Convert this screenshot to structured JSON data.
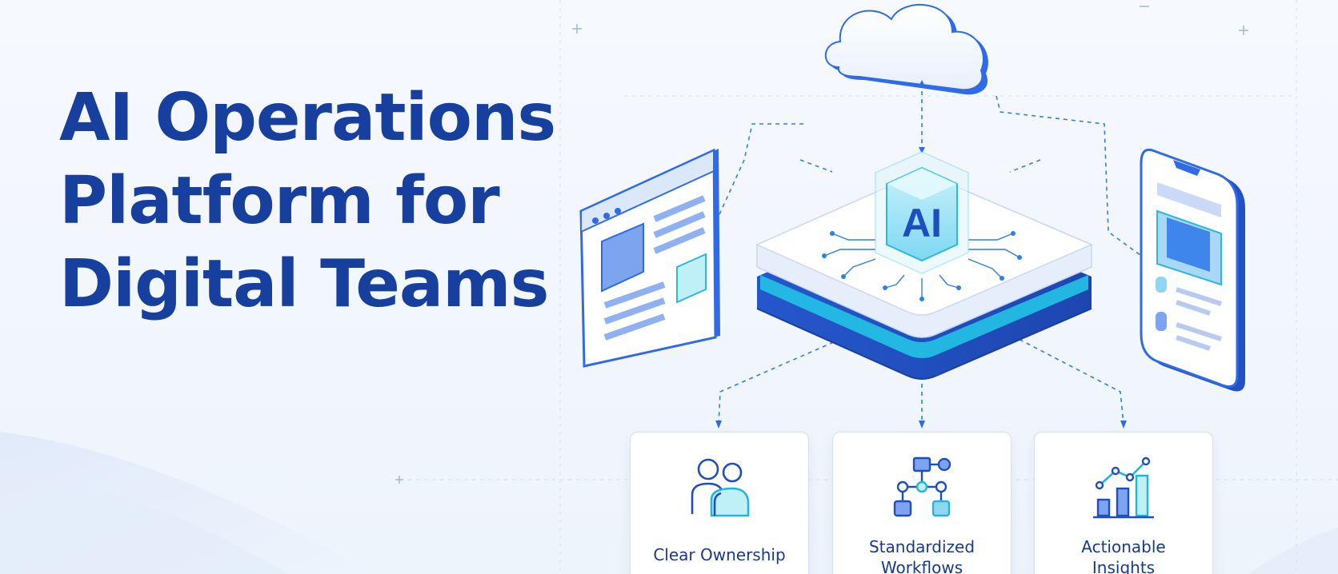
{
  "headline": {
    "line1": "AI Operations",
    "line2": "Platform for",
    "line3": "Digital Teams"
  },
  "illustration": {
    "chip_label": "AI"
  },
  "features": [
    {
      "label": "Clear Ownership",
      "icon": "people-icon"
    },
    {
      "label": "Standardized\nWorkflows",
      "icon": "workflow-icon"
    },
    {
      "label": "Actionable\nInsights",
      "icon": "bar-chart-icon"
    }
  ],
  "colors": {
    "brand_blue": "#163f9e",
    "accent_blue": "#2f6be6",
    "cyan": "#22c3e6",
    "background": "#f3f7fd"
  }
}
